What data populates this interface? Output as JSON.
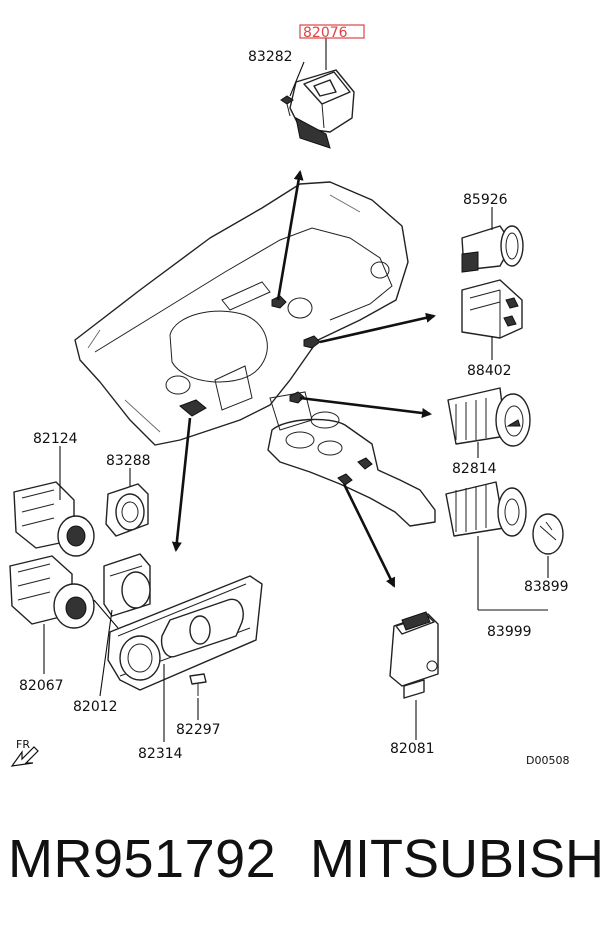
{
  "diagram": {
    "callouts": {
      "hazard_switch": "82076",
      "screw_top": "83282",
      "switch_85926": "85926",
      "switch_88402": "88402",
      "socket_82814": "82814",
      "cigar_lighter": "83999",
      "lighter_knob": "83899",
      "heater_switch": "82081",
      "switch_82124": "82124",
      "switch_83288": "83288",
      "switch_82067": "82067",
      "switch_82012": "82012",
      "panel_82314": "82314",
      "screw_82297": "82297"
    },
    "front_marker": "FR",
    "diagram_code": "D00508"
  },
  "caption": {
    "part_number": "MR951792",
    "brand": "MITSUBISHI"
  }
}
